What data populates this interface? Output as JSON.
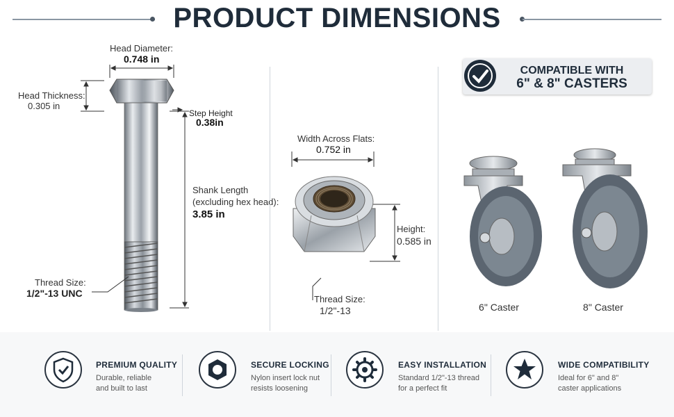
{
  "header": {
    "title": "PRODUCT DIMENSIONS"
  },
  "bolt": {
    "head_diameter_label": "Head Diameter:",
    "head_diameter_value": "0.748 in",
    "head_thickness_label": "Head Thickness:",
    "head_thickness_value": "0.305 in",
    "step_height_label": "Step Height",
    "step_height_value": "0.38in",
    "shank_length_label_1": "Shank Length",
    "shank_length_label_2": "(excluding hex head):",
    "shank_length_value": "3.85 in",
    "thread_size_label": "Thread Size:",
    "thread_size_value": "1/2\"-13 UNC"
  },
  "nut": {
    "width_label": "Width Across Flats:",
    "width_value": "0.752 in",
    "height_label": "Height:",
    "height_value": "0.585 in",
    "thread_label": "Thread Size:",
    "thread_value": "1/2\"-13"
  },
  "compat": {
    "line1": "COMPATIBLE WITH",
    "line2": "6\" & 8\" CASTERS",
    "caster_left": "6\" Caster",
    "caster_right": "8\" Caster"
  },
  "features": [
    {
      "title": "PREMIUM QUALITY",
      "desc1": "Durable, reliable",
      "desc2": "and built to last",
      "icon": "shield-check-icon"
    },
    {
      "title": "SECURE LOCKING",
      "desc1": "Nylon insert lock nut",
      "desc2": "resists loosening",
      "icon": "hex-nut-icon"
    },
    {
      "title": "EASY INSTALLATION",
      "desc1": "Standard 1/2\"-13 thread",
      "desc2": "for a perfect fit",
      "icon": "gear-icon"
    },
    {
      "title": "WIDE COMPATIBILITY",
      "desc1": "Ideal for 6\" and 8\"",
      "desc2": "caster applications",
      "icon": "star-icon"
    }
  ]
}
